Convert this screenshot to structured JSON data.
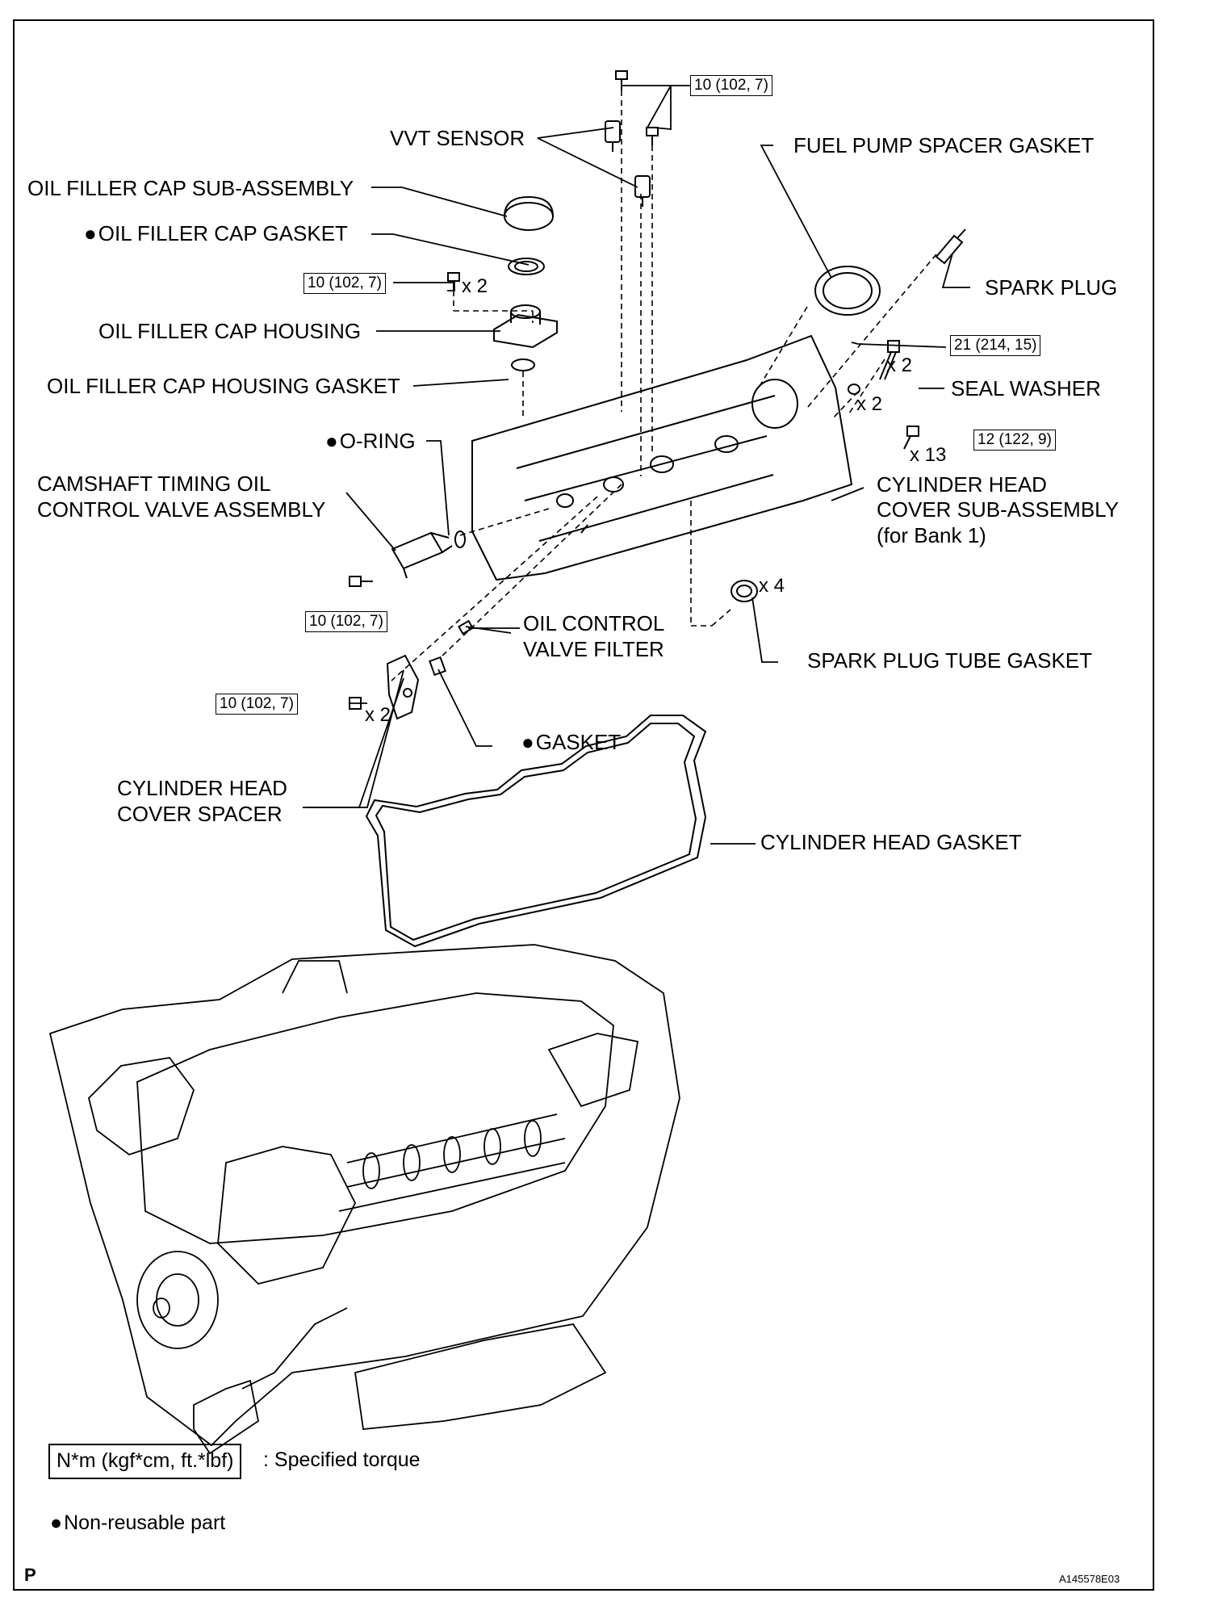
{
  "labels": {
    "vvt_sensor": "VVT SENSOR",
    "fuel_pump_spacer_gasket": "FUEL PUMP SPACER GASKET",
    "oil_filler_cap_sub_assembly": "OIL FILLER CAP SUB-ASSEMBLY",
    "oil_filler_cap_gasket": "OIL FILLER CAP GASKET",
    "spark_plug": "SPARK PLUG",
    "oil_filler_cap_housing": "OIL FILLER CAP HOUSING",
    "oil_filler_cap_housing_gasket": "OIL FILLER CAP HOUSING GASKET",
    "seal_washer": "SEAL WASHER",
    "o_ring": "O-RING",
    "camshaft_timing_line1": "CAMSHAFT TIMING OIL",
    "camshaft_timing_line2": "CONTROL VALVE ASSEMBLY",
    "cyl_head_cover_line1": "CYLINDER HEAD",
    "cyl_head_cover_line2": "COVER SUB-ASSEMBLY",
    "cyl_head_cover_line3": "(for Bank 1)",
    "oil_control_valve_filter_line1": "OIL CONTROL",
    "oil_control_valve_filter_line2": "VALVE FILTER",
    "spark_plug_tube_gasket": "SPARK PLUG TUBE GASKET",
    "gasket": "GASKET",
    "cyl_head_cover_spacer_line1": "CYLINDER HEAD",
    "cyl_head_cover_spacer_line2": "COVER SPACER",
    "cylinder_head_gasket": "CYLINDER HEAD GASKET"
  },
  "torques": {
    "vvt_bolts": "10 (102, 7)",
    "housing_bolts": "10 (102, 7)",
    "stud_bolts": "21 (214, 15)",
    "cover_bolts": "12 (122, 9)",
    "ocv_bolt": "10 (102, 7)",
    "spacer_bolts": "10 (102, 7)"
  },
  "quantities": {
    "housing_bolts": "x 2",
    "stud_bolts": "x 2",
    "seal_washer": "x 2",
    "cover_bolts": "x 13",
    "tube_gasket": "x 4",
    "spacer_bolts": "x 2"
  },
  "legend": {
    "torque_unit": "N*m (kgf*cm, ft.*lbf)",
    "torque_desc": ": Specified torque",
    "non_reusable": "Non-reusable part"
  },
  "footer": {
    "corner_letter": "P",
    "figure_code": "A145578E03"
  }
}
